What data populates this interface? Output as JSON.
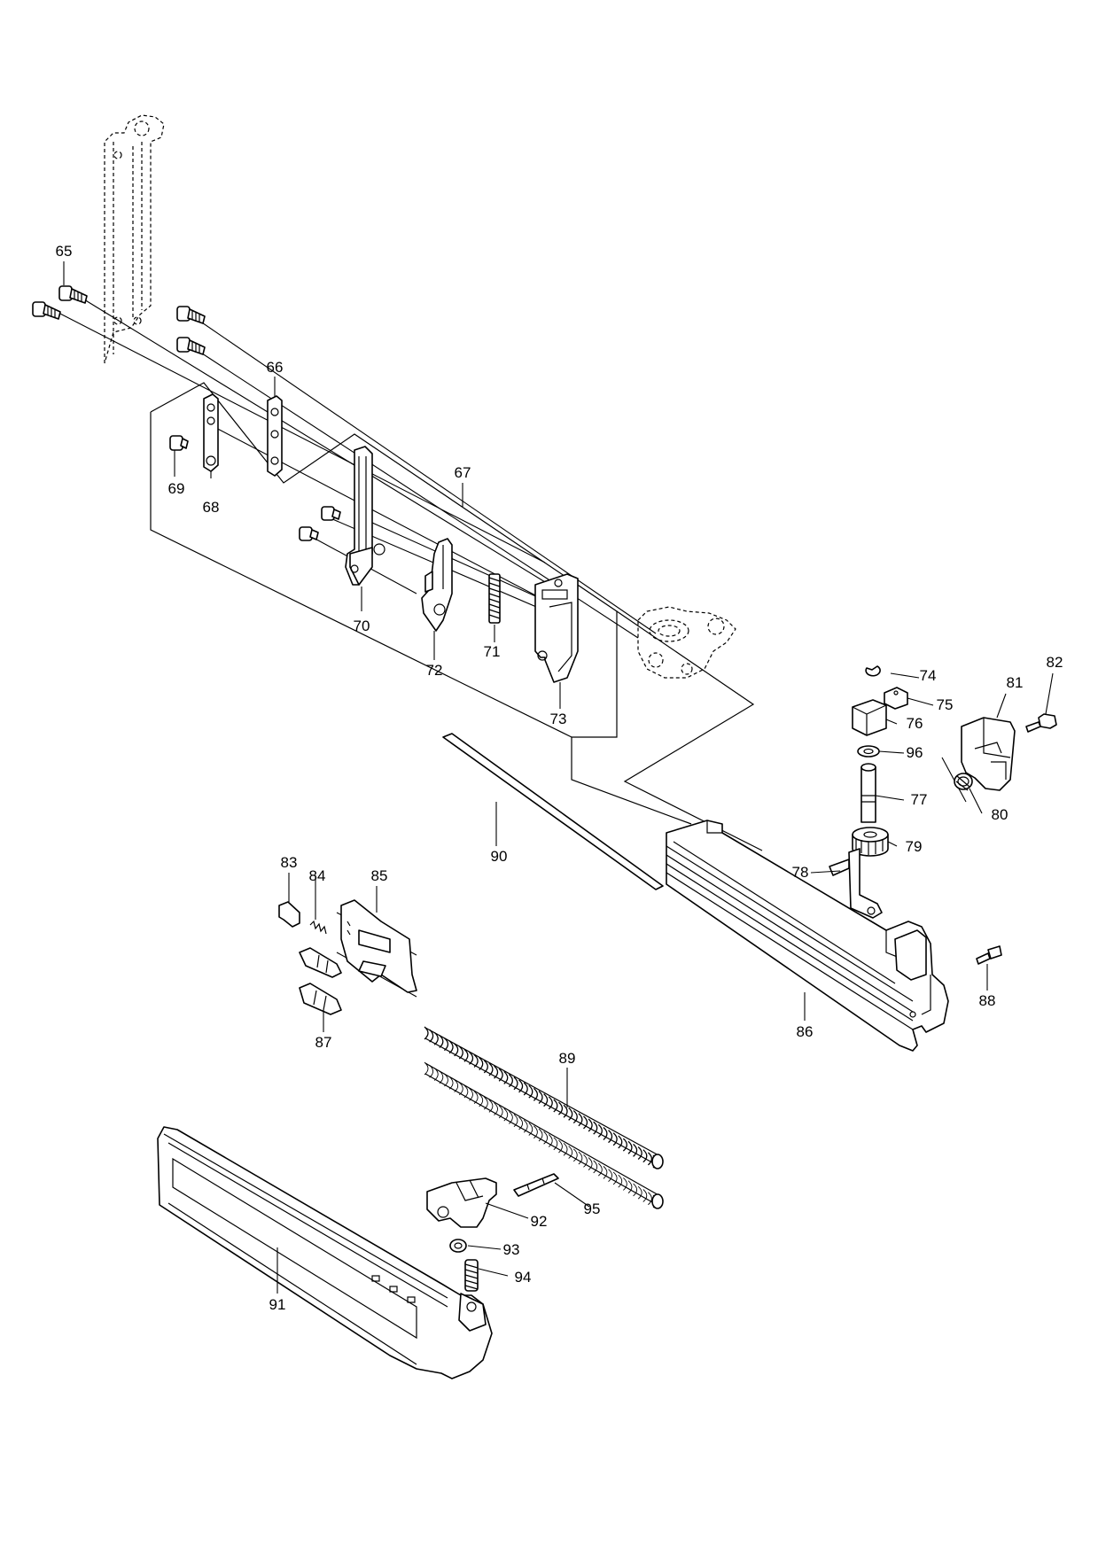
{
  "parts": [
    {
      "id": "65",
      "label": "65"
    },
    {
      "id": "66",
      "label": "66"
    },
    {
      "id": "67",
      "label": "67"
    },
    {
      "id": "68",
      "label": "68"
    },
    {
      "id": "69",
      "label": "69"
    },
    {
      "id": "70",
      "label": "70"
    },
    {
      "id": "71",
      "label": "71"
    },
    {
      "id": "72",
      "label": "72"
    },
    {
      "id": "73",
      "label": "73"
    },
    {
      "id": "74",
      "label": "74"
    },
    {
      "id": "75",
      "label": "75"
    },
    {
      "id": "76",
      "label": "76"
    },
    {
      "id": "77",
      "label": "77"
    },
    {
      "id": "78",
      "label": "78"
    },
    {
      "id": "79",
      "label": "79"
    },
    {
      "id": "80",
      "label": "80"
    },
    {
      "id": "81",
      "label": "81"
    },
    {
      "id": "82",
      "label": "82"
    },
    {
      "id": "83",
      "label": "83"
    },
    {
      "id": "84",
      "label": "84"
    },
    {
      "id": "85",
      "label": "85"
    },
    {
      "id": "86",
      "label": "86"
    },
    {
      "id": "87",
      "label": "87"
    },
    {
      "id": "88",
      "label": "88"
    },
    {
      "id": "89",
      "label": "89"
    },
    {
      "id": "90",
      "label": "90"
    },
    {
      "id": "91",
      "label": "91"
    },
    {
      "id": "92",
      "label": "92"
    },
    {
      "id": "93",
      "label": "93"
    },
    {
      "id": "94",
      "label": "94"
    },
    {
      "id": "95",
      "label": "95"
    },
    {
      "id": "96",
      "label": "96"
    }
  ]
}
